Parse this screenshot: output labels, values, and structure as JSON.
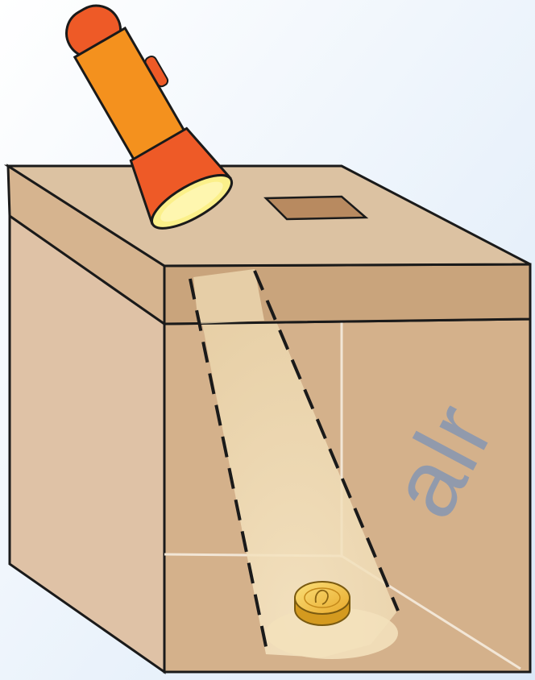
{
  "scene": {
    "subject": "flashlight-shining-into-box",
    "watermark": {
      "text": "alr",
      "color": "#5a86c8",
      "opacity": 0.55
    },
    "colors": {
      "background_tint": "#e6f0fb",
      "box_lid_top": "#dcc2a2",
      "box_lid_front": "#c9a47c",
      "box_left_side": "#dfc2a6",
      "box_front_face": "#d4b18b",
      "box_inner_back": "#c7a37d",
      "outline": "#1a1a1a",
      "slot": "#b88a60",
      "flashlight_orange": "#f4911e",
      "flashlight_red": "#ee5a27",
      "flashlight_lens": "#fbf08a",
      "light_beam": "#f1dcb4",
      "coin_gold": "#f4c64a",
      "coin_edge": "#d49a1f"
    }
  }
}
